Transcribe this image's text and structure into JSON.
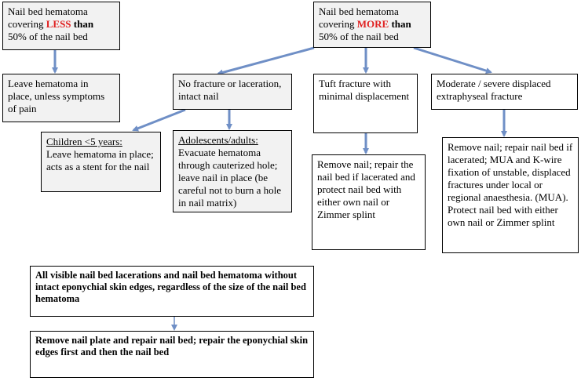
{
  "colors": {
    "arrow": "#6f8fc6",
    "highlight": "#e02020",
    "grey_fill": "#f2f2f2"
  },
  "nodes": {
    "less": {
      "pre": "Nail bed hematoma covering ",
      "emph": "LESS",
      "post_bold": " than",
      "rest": " 50% of the nail bed"
    },
    "more": {
      "pre": "Nail bed hematoma covering ",
      "emph": "MORE",
      "post_bold": " than",
      "rest": " 50% of the nail bed"
    },
    "leave": "Leave hematoma in place, unless symptoms of pain",
    "no_fracture": "No fracture or laceration, intact nail",
    "tuft": "Tuft fracture with minimal displacement",
    "moderate": "Moderate / severe displaced extraphyseal fracture",
    "children": {
      "heading": "Children <5 years:",
      "body": "Leave hematoma in place; acts as a stent for the nail"
    },
    "adolescents": {
      "heading": "Adolescents/adults:",
      "body": "Evacuate hematoma through cauterized hole; leave nail in place (be careful not to burn a hole in nail matrix)"
    },
    "remove_tuft": "Remove nail; repair the nail bed if lacerated and protect nail bed with either own nail or Zimmer splint",
    "remove_moderate": "Remove nail; repair nail bed if lacerated; MUA and K-wire fixation of unstable, displaced fractures under local or regional anaesthesia. (MUA). Protect nail bed with either own nail or Zimmer splint",
    "all_visible": "All visible nail bed lacerations and nail bed hematoma without intact eponychial skin edges, regardless of the size of the nail bed hematoma",
    "remove_plate": "Remove nail plate and repair nail bed; repair the eponychial skin edges first and then the nail bed"
  }
}
